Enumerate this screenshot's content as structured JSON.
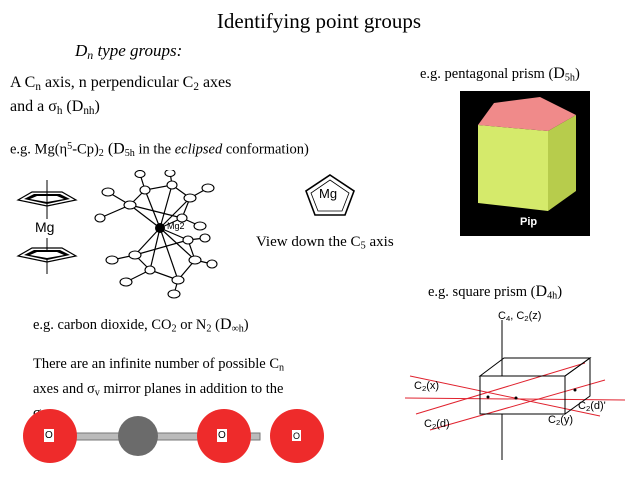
{
  "slide": {
    "title": "Identifying point groups",
    "subtitle": {
      "D": "D",
      "n": "n",
      "rest": " type groups:"
    },
    "dn_def": {
      "l1_a": "A C",
      "l1_b": "n",
      "l1_c": " axis, n perpendicular C",
      "l1_d": "2",
      "l1_e": " axes",
      "l2_a": "and a ",
      "l2_b": "σ",
      "l2_c": "h",
      "l2_d": " (D",
      "l2_e": "nh",
      "l2_f": ")"
    },
    "example_mg": {
      "a": "e.g. Mg(η",
      "b": "5",
      "c": "-Cp)",
      "d": "2",
      "e": " (D",
      "f": "5h",
      "g": " in the ",
      "h": "eclipsed",
      "i": " conformation)"
    },
    "mg_label": "Mg",
    "mg2_label": "Mg2",
    "mg_ring_label": "Mg",
    "view_caption": {
      "a": "View down the C",
      "b": "5",
      "c": " axis"
    },
    "pentagonal": {
      "a": "e.g. pentagonal prism (",
      "b": "D",
      "c": "5h",
      "d": ")"
    },
    "pip_label": "Pip",
    "square": {
      "a": "e.g. square prism (",
      "b": "D",
      "c": "4h",
      "d": ")"
    },
    "co2": {
      "a": "e.g. carbon dioxide, CO",
      "b": "2",
      "c": " or N",
      "d": "2",
      "e": " (",
      "f": "D",
      "g": "∞h",
      "h": ")"
    },
    "infinite": {
      "l1_a": "There are an infinite number of possible C",
      "l1_b": "n",
      "l2_a": "axes and ",
      "l2_b": "σ",
      "l2_c": "v",
      "l2_d": " mirror planes in addition to the",
      "l3_a": "σ",
      "l3_b": "h",
      "l3_c": "."
    },
    "axis_labels": {
      "c4": "C",
      "c4_sub": "4",
      "c4_sep": ", C",
      "c4_sub2": "2",
      "c4_z": "(z)",
      "c2x": "C",
      "c2x_sub": "2",
      "c2x_t": "(x)",
      "c2d_right": "C",
      "c2d_right_sub": "2",
      "c2d_right_t": "(d)'",
      "c2y": "C",
      "c2y_sub": "2",
      "c2y_t": "(y)",
      "c2d_left": "C",
      "c2d_left_sub": "2",
      "c2d_left_t": "(d)"
    },
    "oxygen": "O",
    "colors": {
      "oxygen": "#ee2b2b",
      "carbon": "#6b6b6b",
      "prism_top": "#f08a8a",
      "prism_side": "#d4e96a",
      "axis_red": "#e0222e"
    }
  }
}
